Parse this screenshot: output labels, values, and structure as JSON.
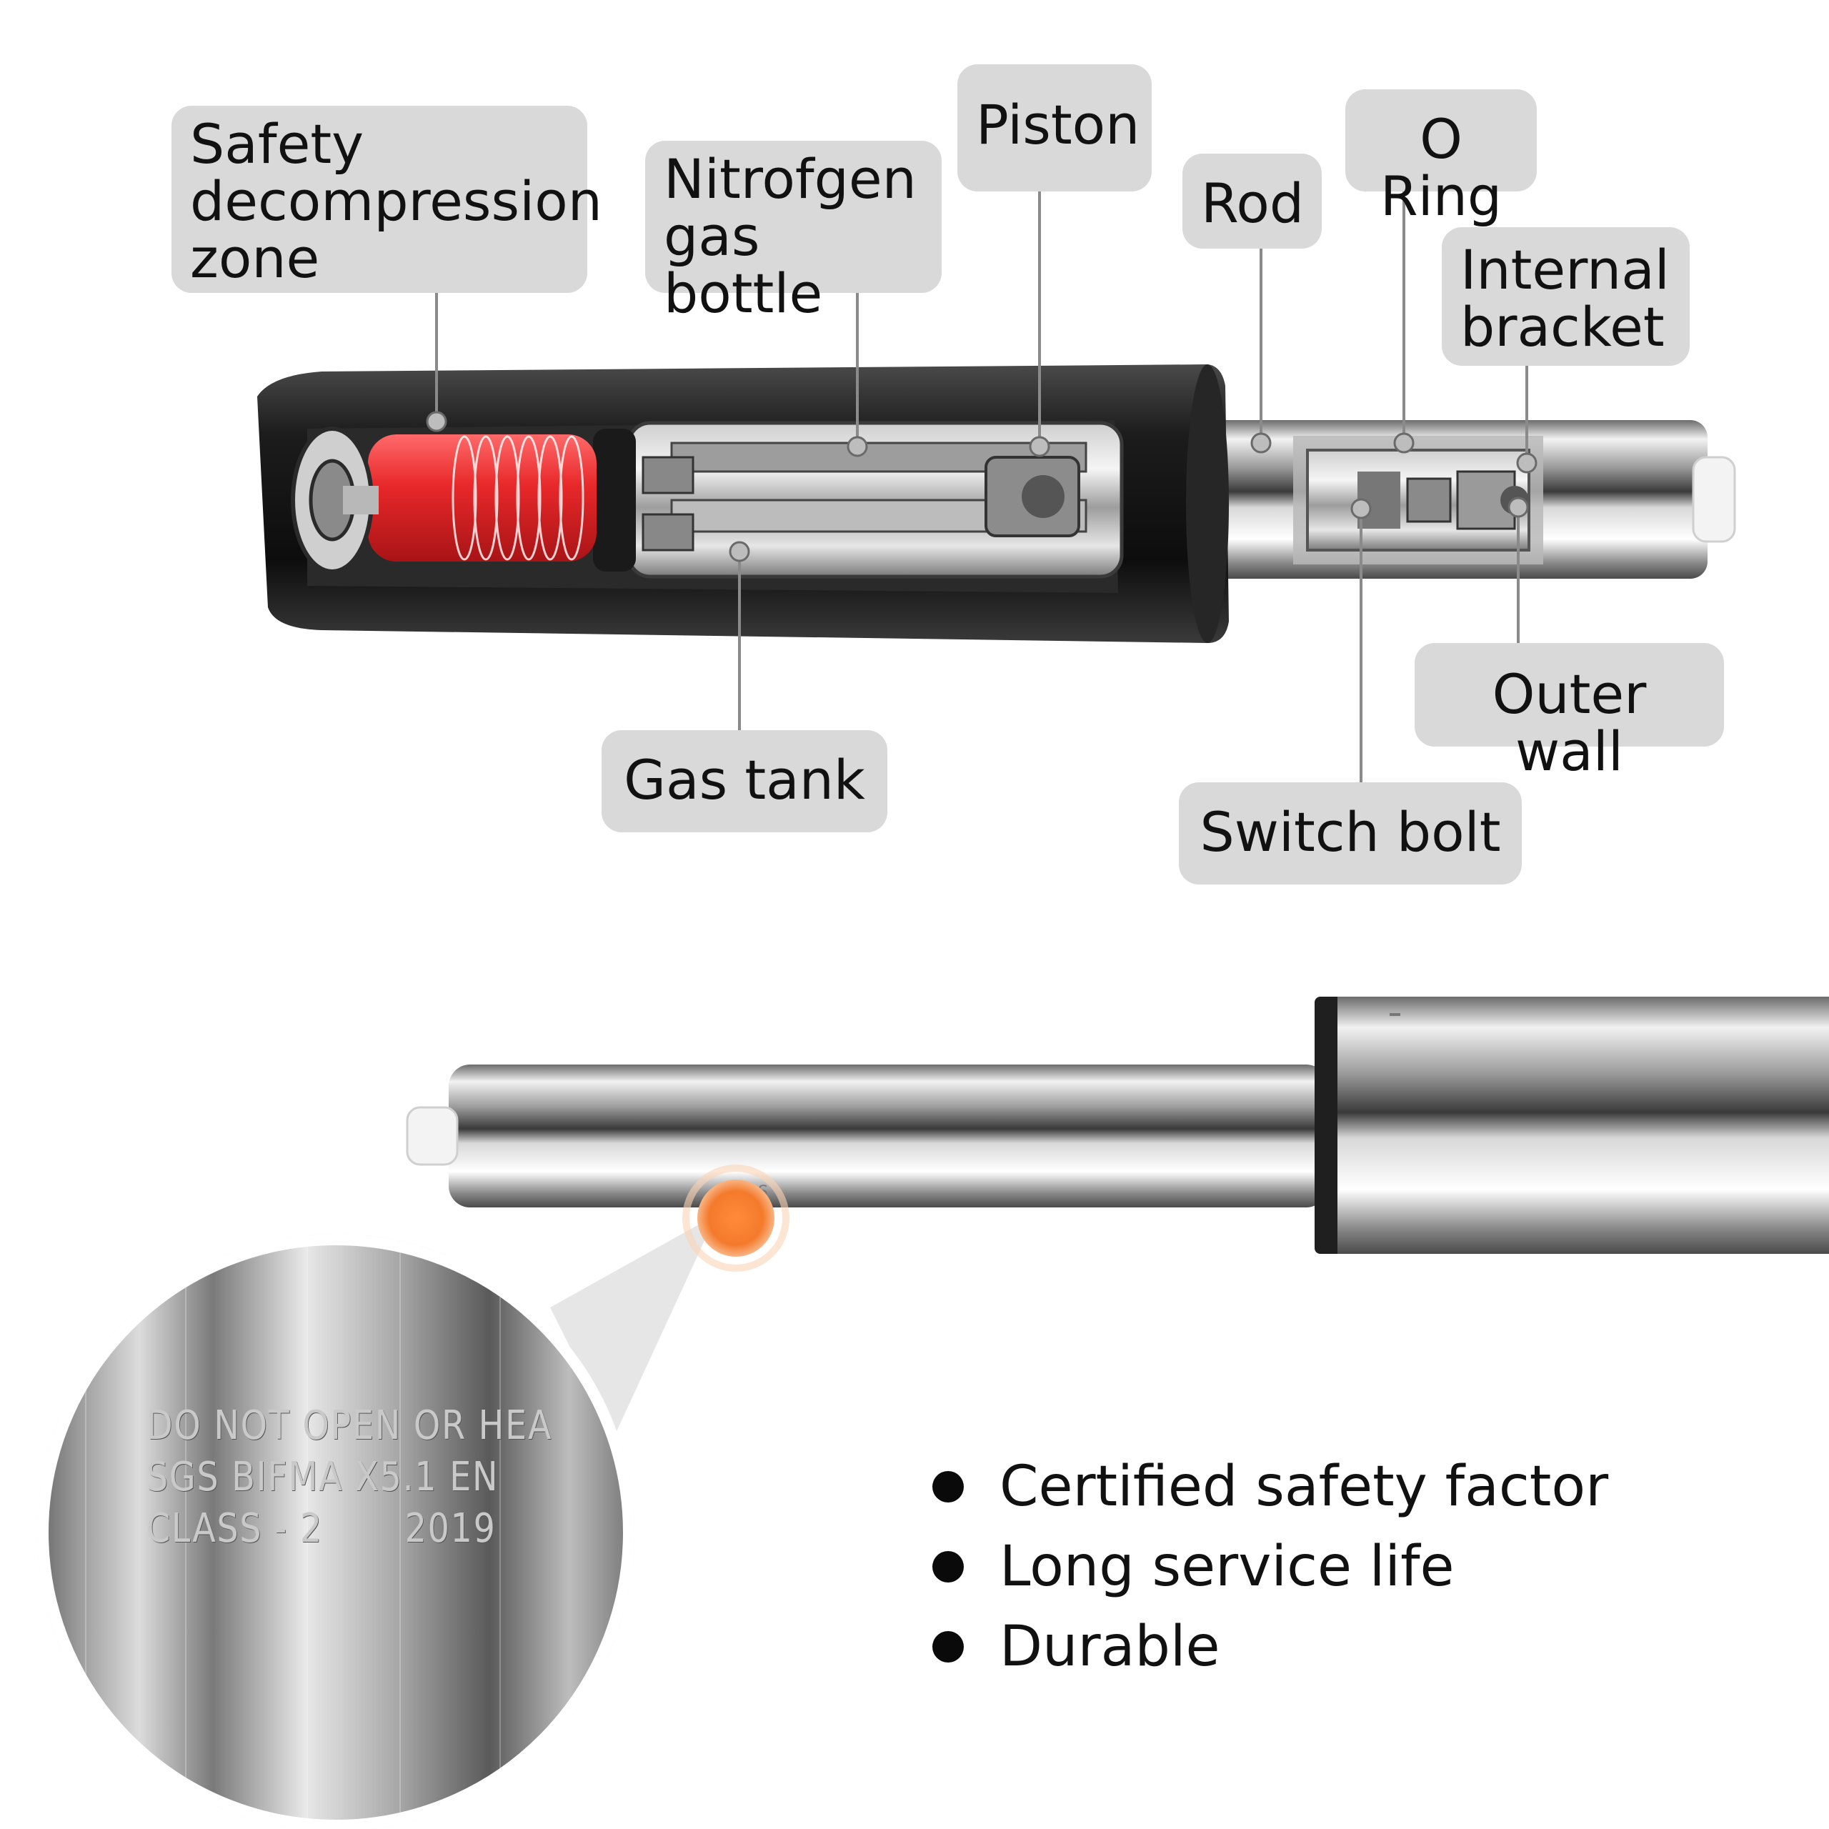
{
  "diagram": {
    "parts": {
      "safety_zone": "Safety\ndecompression\nzone",
      "gas_bottle": "Nitrofgen\ngas bottle",
      "piston": "Piston",
      "rod": "Rod",
      "o_ring": "O Ring",
      "internal_bracket": "Internal\nbracket",
      "outer_wall": "Outer wall",
      "switch_bolt": "Switch bolt",
      "gas_tank": "Gas tank"
    }
  },
  "engraving": {
    "line1": "DO NOT OPEN OR HEA",
    "line2": "SGS BIFMA X5.1 EN",
    "line3_left": "CLASS - 2",
    "line3_right": "2019"
  },
  "features": [
    "Certified safety factor",
    "Long service life",
    "Durable"
  ],
  "colors": {
    "label_bg": "#d9d9d9",
    "leader_line": "#8a8a8a",
    "safety_zone_red": "#e8282a",
    "highlight_dot": "#f47a2c",
    "cylinder_dark": "#2b2b2b"
  }
}
